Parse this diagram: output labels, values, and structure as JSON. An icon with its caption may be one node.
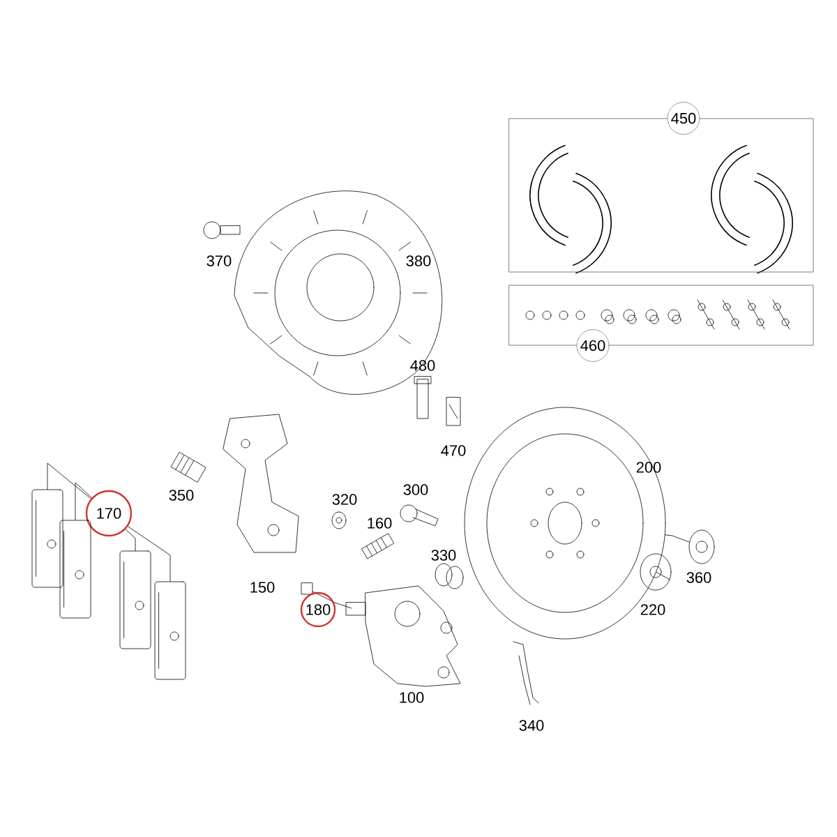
{
  "diagram": {
    "nodes": [
      {
        "text": [
          "450"
        ]
      },
      {
        "text": [
          "460"
        ]
      },
      {
        "text": [
          "170"
        ]
      },
      {
        "text": [],
        "shape": "picture"
      },
      {
        "text": [],
        "shape": "picture"
      },
      {
        "text": [],
        "shape": "picture"
      },
      {
        "text": [],
        "shape": "picture"
      },
      {
        "text": [
          "180"
        ]
      },
      {
        "text": [],
        "shape": "picture"
      },
      {
        "text": [],
        "shape": "picture"
      },
      {
        "text": [],
        "shape": "picture"
      }
    ],
    "edges": [
      {
        "from": 2,
        "to": 3,
        "arrow": "none"
      },
      {
        "from": 2,
        "to": 4,
        "arrow": "none"
      },
      {
        "from": 2,
        "to": 5,
        "arrow": "none"
      },
      {
        "from": 2,
        "to": 6,
        "arrow": "none"
      },
      {
        "from": 9,
        "to": 8,
        "arrow": "none"
      },
      {
        "from": 10,
        "to": 8,
        "arrow": "none"
      }
    ],
    "labels": [
      "370",
      "380",
      "480",
      "470",
      "200",
      "300",
      "350",
      "320",
      "160",
      "330",
      "360",
      "150",
      "220",
      "100",
      "340"
    ]
  }
}
